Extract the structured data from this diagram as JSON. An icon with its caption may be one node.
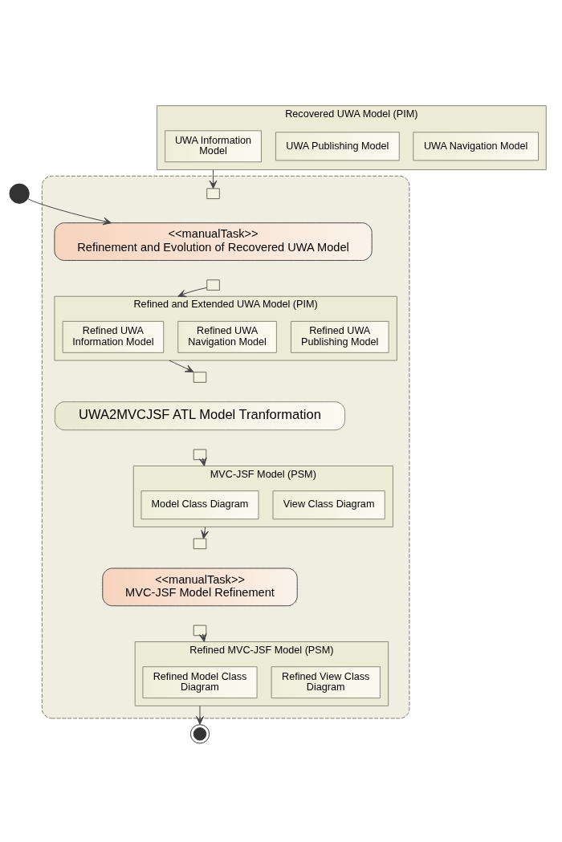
{
  "diagram": {
    "nodes": [
      {
        "text": [],
        "shape": "circle"
      },
      {
        "text": [
          "Recovered UWA Model (PIM)"
        ]
      },
      {
        "text": [
          "UWA Information Model"
        ],
        "in": 1
      },
      {
        "text": [
          "UWA Publishing Model"
        ],
        "in": 1
      },
      {
        "text": [
          "UWA Navigation Model"
        ],
        "in": 1
      },
      {
        "text": [],
        "shape": "box"
      },
      {
        "text": [],
        "shape": "box",
        "in": 5
      },
      {
        "text": [
          "<<manualTask>>",
          "Refinement and Evolution of Recovered UWA Model"
        ],
        "in": 5
      },
      {
        "text": [],
        "shape": "box",
        "in": 5
      },
      {
        "text": [
          "Refined and Extended UWA Model (PIM)"
        ],
        "in": 5
      },
      {
        "text": [
          "Refined UWA Information Model"
        ],
        "in": 9
      },
      {
        "text": [
          "Refined UWA Navigation Model"
        ],
        "in": 9
      },
      {
        "text": [
          "Refined UWA Publishing Model"
        ],
        "in": 9
      },
      {
        "text": [],
        "shape": "box",
        "in": 5
      },
      {
        "text": [
          "UWA2MVCJSF ATL Model Tranformation"
        ],
        "in": 5
      },
      {
        "text": [],
        "shape": "box",
        "in": 5
      },
      {
        "text": [
          "MVC-JSF Model (PSM)"
        ],
        "in": 5
      },
      {
        "text": [
          "Model Class Diagram"
        ],
        "in": 16
      },
      {
        "text": [
          "View Class Diagram"
        ],
        "in": 16
      },
      {
        "text": [],
        "shape": "box",
        "in": 5
      },
      {
        "text": [
          "<<manualTask>>",
          "MVC-JSF Model Refinement"
        ],
        "in": 5
      },
      {
        "text": [],
        "shape": "box",
        "in": 5
      },
      {
        "text": [
          "Refined MVC-JSF Model (PSM)"
        ],
        "in": 5
      },
      {
        "text": [
          "Refined Model Class Diagram"
        ],
        "in": 22
      },
      {
        "text": [
          "Refined View Class Diagram"
        ],
        "in": 22
      },
      {
        "text": [],
        "shape": "bullseye"
      }
    ],
    "edges": [
      {
        "from": 0,
        "to": 7,
        "arrow": "to"
      },
      {
        "from": 1,
        "to": 6,
        "arrow": "to"
      },
      {
        "from": 8,
        "to": 9,
        "arrow": "to"
      },
      {
        "from": 9,
        "to": 13,
        "arrow": "to"
      },
      {
        "from": 15,
        "to": 16,
        "arrow": "to"
      },
      {
        "from": 16,
        "to": 19,
        "arrow": "to"
      },
      {
        "from": 21,
        "to": 22,
        "arrow": "to"
      },
      {
        "from": 22,
        "to": 25,
        "arrow": "to"
      }
    ]
  }
}
